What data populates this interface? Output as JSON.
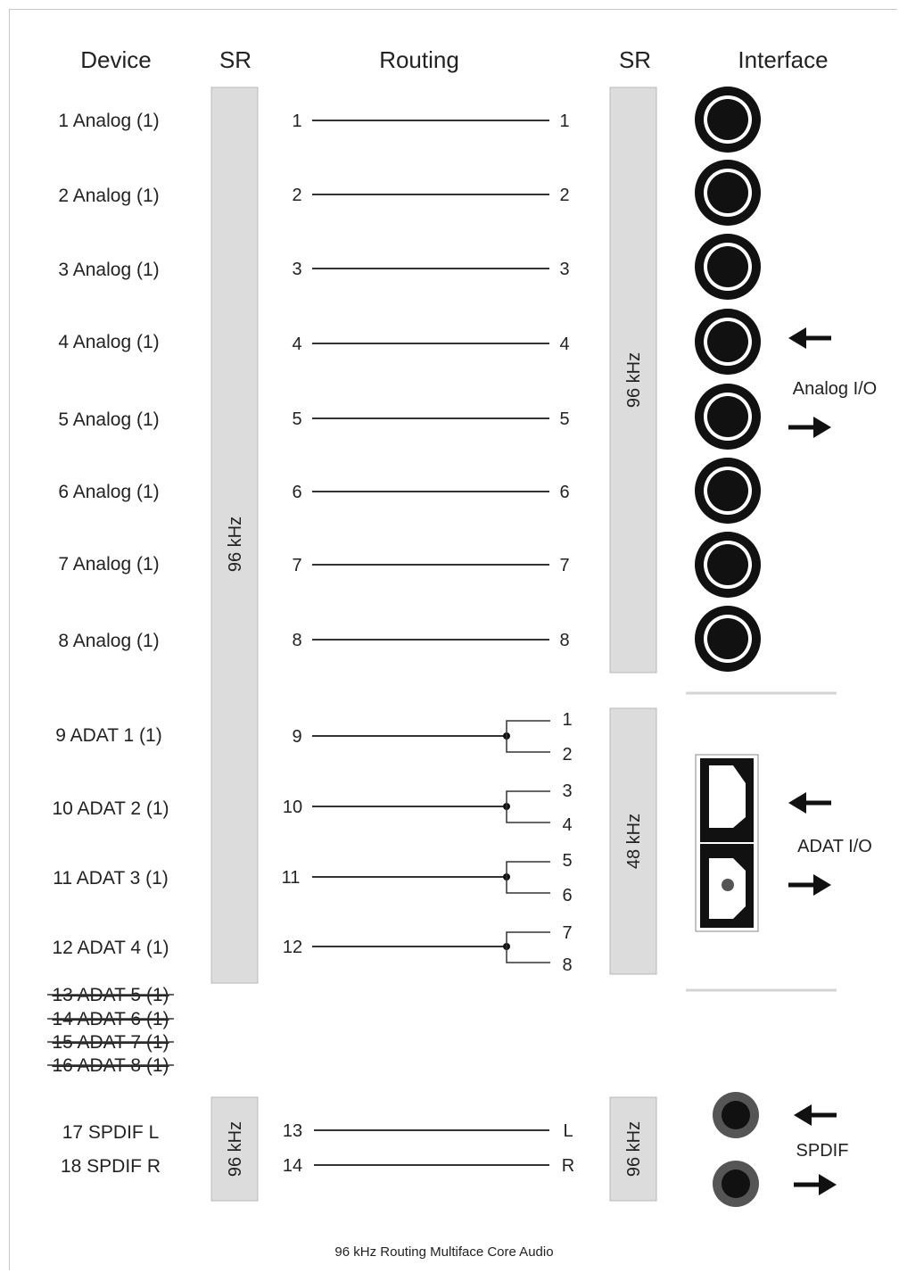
{
  "headers": {
    "device": "Device",
    "sr_left": "SR",
    "routing": "Routing",
    "sr_right": "SR",
    "interface": "Interface"
  },
  "devices": [
    "1 Analog (1)",
    "2 Analog (1)",
    "3 Analog (1)",
    "4 Analog (1)",
    "5 Analog (1)",
    "6 Analog (1)",
    "7 Analog (1)",
    "8 Analog (1)",
    "9 ADAT 1 (1)",
    "10 ADAT 2 (1)",
    "11 ADAT 3 (1)",
    "12 ADAT 4 (1)"
  ],
  "disabled_devices": [
    "13 ADAT 5 (1)",
    "14 ADAT 6 (1)",
    "15 ADAT 7 (1)",
    "16 ADAT 8 (1)"
  ],
  "spdif_devices": [
    "17 SPDIF L",
    "18 SPDIF R"
  ],
  "sample_rates": {
    "left_main": "96 kHz",
    "left_spdif": "96 kHz",
    "right_analog": "96 kHz",
    "right_adat": "48 kHz",
    "right_spdif": "96 kHz"
  },
  "routing": {
    "analog": [
      {
        "from": "1",
        "to": "1"
      },
      {
        "from": "2",
        "to": "2"
      },
      {
        "from": "3",
        "to": "3"
      },
      {
        "from": "4",
        "to": "4"
      },
      {
        "from": "5",
        "to": "5"
      },
      {
        "from": "6",
        "to": "6"
      },
      {
        "from": "7",
        "to": "7"
      },
      {
        "from": "8",
        "to": "8"
      }
    ],
    "adat": [
      {
        "from": "9",
        "to": [
          "1",
          "2"
        ]
      },
      {
        "from": "10",
        "to": [
          "3",
          "4"
        ]
      },
      {
        "from": "11",
        "to": [
          "5",
          "6"
        ]
      },
      {
        "from": "12",
        "to": [
          "7",
          "8"
        ]
      }
    ],
    "spdif": [
      {
        "from": "13",
        "to": "L"
      },
      {
        "from": "14",
        "to": "R"
      }
    ]
  },
  "interface_labels": {
    "analog": "Analog I/O",
    "adat": "ADAT I/O",
    "spdif": "SPDIF"
  },
  "caption": "96 kHz Routing Multiface Core Audio",
  "colors": {
    "bar_fill": "#dcdcdc",
    "jack_black": "#111111",
    "spdif_ring": "#555555"
  }
}
